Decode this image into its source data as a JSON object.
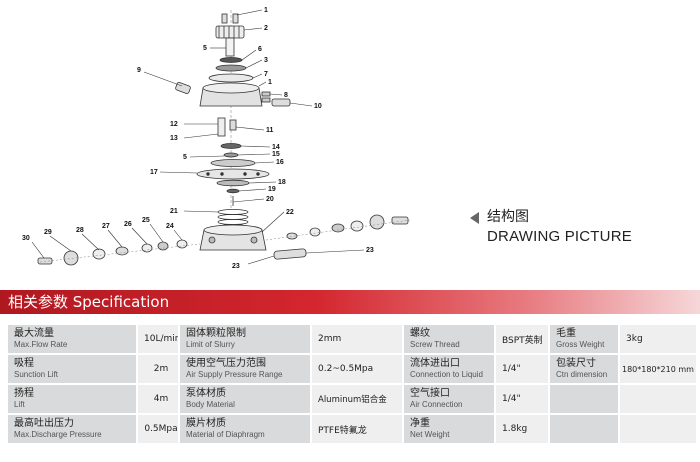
{
  "drawing": {
    "title_cn": "结构图",
    "title_en": "DRAWING PICTURE",
    "callouts": [
      "1",
      "2",
      "5",
      "6",
      "3",
      "7",
      "1",
      "9",
      "8",
      "10",
      "12",
      "13",
      "11",
      "14",
      "5",
      "15",
      "16",
      "17",
      "18",
      "19",
      "20",
      "21",
      "22",
      "30",
      "29",
      "28",
      "27",
      "26",
      "25",
      "24",
      "23",
      "23"
    ]
  },
  "spec": {
    "header": "相关参数 Specification",
    "rows": [
      [
        {
          "zh": "最大流量",
          "en": "Max.Flow Rate",
          "value": "10L/min"
        },
        {
          "zh": "固体颗粒限制",
          "en": "Limit of Slurry",
          "value": "2mm"
        },
        {
          "zh": "螺纹",
          "en": "Screw Thread",
          "value": "BSPT英制"
        },
        {
          "zh": "毛重",
          "en": "Gross Weight",
          "value": "3kg"
        }
      ],
      [
        {
          "zh": "吸程",
          "en": "Sunction Lift",
          "value": "2m"
        },
        {
          "zh": "使用空气压力范围",
          "en": "Air Supply Pressure Range",
          "value": "0.2~0.5Mpa"
        },
        {
          "zh": "流体进出口",
          "en": "Connection to Liquid",
          "value": "1/4\""
        },
        {
          "zh": "包装尺寸",
          "en": "Ctn dimension",
          "value": "180*180*210 mm"
        }
      ],
      [
        {
          "zh": "扬程",
          "en": "Lift",
          "value": "4m"
        },
        {
          "zh": "泵体材质",
          "en": "Body Material",
          "value": "Aluminum铝合金"
        },
        {
          "zh": "空气接口",
          "en": "Air Connection",
          "value": "1/4\""
        },
        {
          "zh": "",
          "en": "",
          "value": ""
        }
      ],
      [
        {
          "zh": "最高吐出压力",
          "en": "Max.Discharge Pressure",
          "value": "0.5Mpa"
        },
        {
          "zh": "膜片材质",
          "en": "Material of Diaphragm",
          "value": "PTFE特氟龙"
        },
        {
          "zh": "净重",
          "en": "Net Weight",
          "value": "1.8kg"
        },
        {
          "zh": "",
          "en": "",
          "value": ""
        }
      ]
    ]
  }
}
